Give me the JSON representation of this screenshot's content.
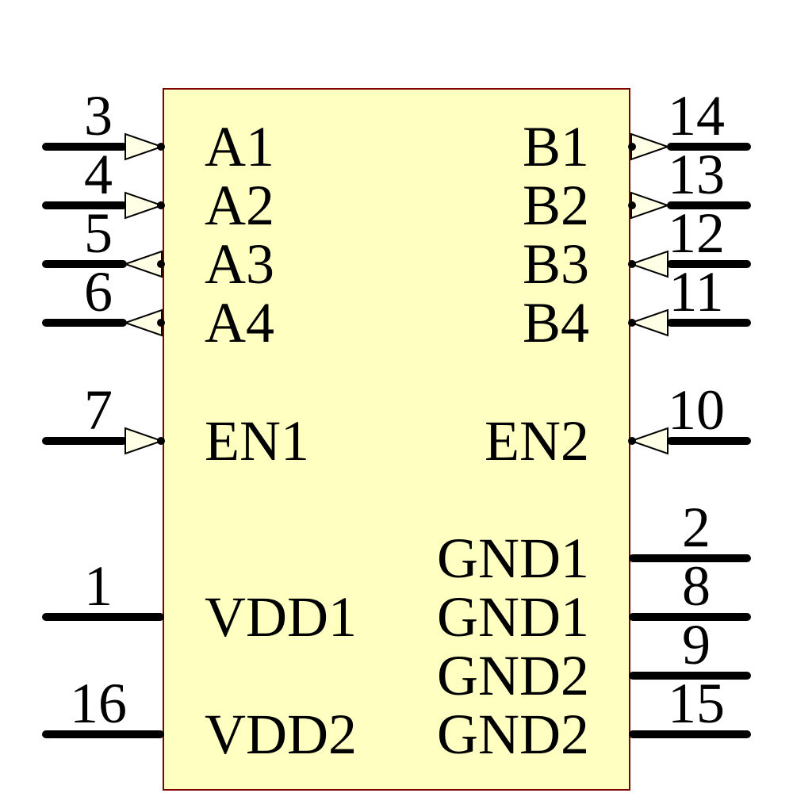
{
  "component": {
    "kind": "schematic-symbol",
    "colors": {
      "body_fill": "#FFFFC2",
      "body_border": "#7F0000",
      "arrow_fill": "#FFFFE6",
      "wire": "#000000"
    },
    "pins": {
      "left": [
        {
          "number": "3",
          "label": "A1",
          "direction": "input"
        },
        {
          "number": "4",
          "label": "A2",
          "direction": "input"
        },
        {
          "number": "5",
          "label": "A3",
          "direction": "output"
        },
        {
          "number": "6",
          "label": "A4",
          "direction": "output"
        },
        {
          "number": "7",
          "label": "EN1",
          "direction": "input"
        },
        {
          "number": "1",
          "label": "VDD1",
          "direction": "power"
        },
        {
          "number": "16",
          "label": "VDD2",
          "direction": "power"
        }
      ],
      "right": [
        {
          "number": "14",
          "label": "B1",
          "direction": "output"
        },
        {
          "number": "13",
          "label": "B2",
          "direction": "output"
        },
        {
          "number": "12",
          "label": "B3",
          "direction": "input"
        },
        {
          "number": "11",
          "label": "B4",
          "direction": "input"
        },
        {
          "number": "10",
          "label": "EN2",
          "direction": "input"
        },
        {
          "number": "2",
          "label": "GND1",
          "direction": "power"
        },
        {
          "number": "8",
          "label": "GND1",
          "direction": "power"
        },
        {
          "number": "9",
          "label": "GND2",
          "direction": "power"
        },
        {
          "number": "15",
          "label": "GND2",
          "direction": "power"
        }
      ]
    }
  }
}
